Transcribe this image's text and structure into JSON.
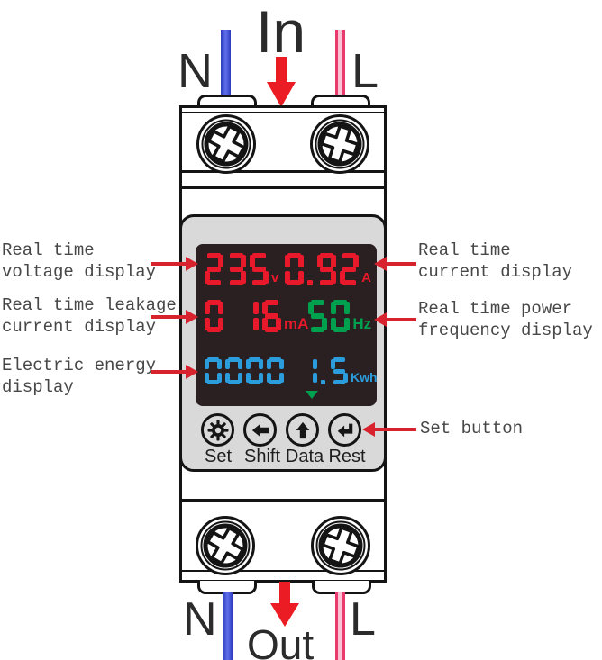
{
  "labels": {
    "in": "In",
    "out": "Out",
    "neutral_top": "N",
    "line_top": "L",
    "neutral_bottom": "N",
    "line_bottom": "L"
  },
  "display": {
    "rows": [
      {
        "left": {
          "value": "235",
          "unit": "v",
          "color": "#e8192b"
        },
        "right": {
          "value": "0.92",
          "unit": "A",
          "color": "#e8192b"
        }
      },
      {
        "left": {
          "value": "0 16",
          "unit": "mA",
          "color": "#e8192b"
        },
        "right": {
          "value": "50",
          "unit": "Hz",
          "color": "#00a14e"
        }
      },
      {
        "left": {
          "value": "0000 1.5",
          "unit": "Kwh",
          "color": "#2b9cdc"
        }
      }
    ]
  },
  "buttons": [
    {
      "icon": "gear-icon",
      "label": "Set"
    },
    {
      "icon": "left-arrow-icon",
      "label": "Shift"
    },
    {
      "icon": "up-arrow-icon",
      "label": "Data"
    },
    {
      "icon": "enter-icon",
      "label": "Rest"
    }
  ],
  "annotations": {
    "left": [
      {
        "line1": "Real time",
        "line2": "voltage display"
      },
      {
        "line1": "Real time leakage",
        "line2": "current display"
      },
      {
        "line1": "Electric energy",
        "line2": "display"
      }
    ],
    "right": [
      {
        "line1": "Real time",
        "line2": "current display"
      },
      {
        "line1": "Real time power",
        "line2": "frequency display"
      },
      {
        "line1": "Set button",
        "line2": ""
      }
    ]
  },
  "colors": {
    "wire_blue": "#3a4ad4",
    "wire_pink": "#ee3d6e",
    "flow_arrow_red": "#ec1c24",
    "annotation_arrow_red": "#d8232e",
    "digit_red": "#e8192b",
    "digit_green": "#00a14e",
    "digit_blue": "#2b9cdc",
    "display_background": "#2a2022",
    "panel_gray": "#d9d9d9"
  }
}
